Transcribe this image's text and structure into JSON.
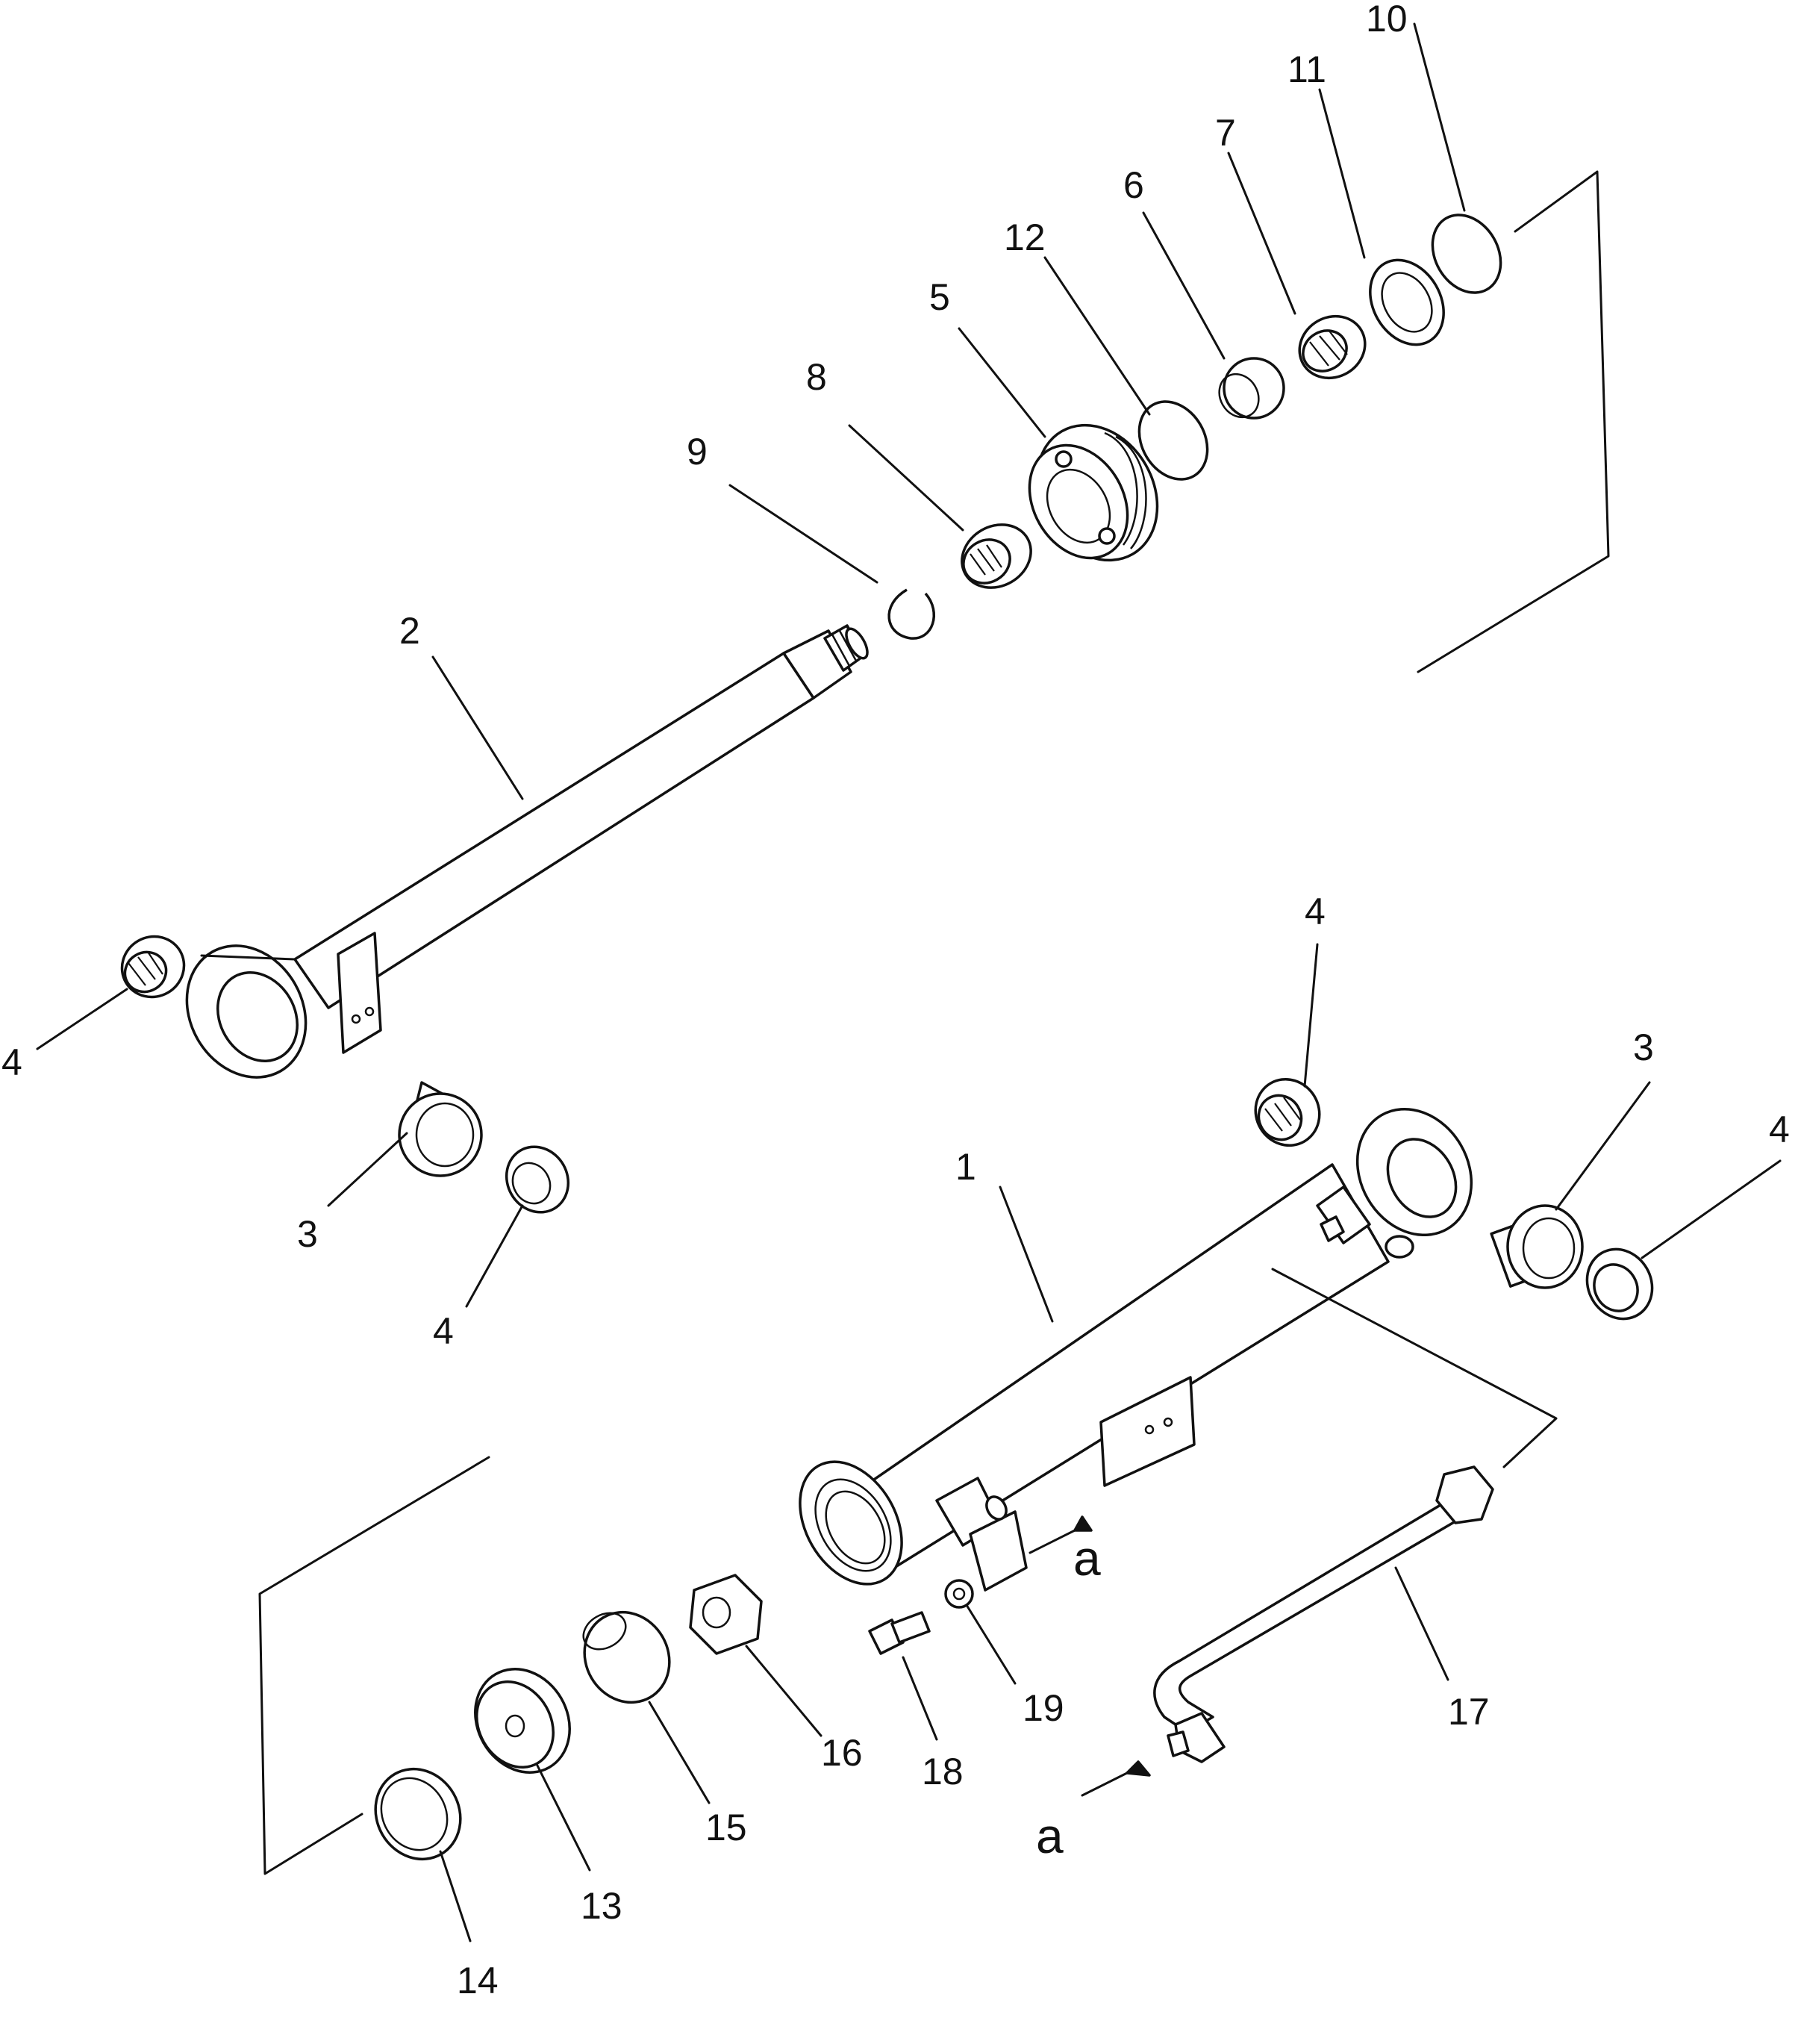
{
  "diagram": {
    "callouts": [
      {
        "id": "c-10",
        "text": "10"
      },
      {
        "id": "c-11",
        "text": "11"
      },
      {
        "id": "c-7",
        "text": "7"
      },
      {
        "id": "c-6",
        "text": "6"
      },
      {
        "id": "c-12",
        "text": "12"
      },
      {
        "id": "c-5",
        "text": "5"
      },
      {
        "id": "c-8",
        "text": "8"
      },
      {
        "id": "c-9",
        "text": "9"
      },
      {
        "id": "c-2",
        "text": "2"
      },
      {
        "id": "c-4a",
        "text": "4"
      },
      {
        "id": "c-3a",
        "text": "3"
      },
      {
        "id": "c-4b",
        "text": "4"
      },
      {
        "id": "c-4c",
        "text": "4"
      },
      {
        "id": "c-3b",
        "text": "3"
      },
      {
        "id": "c-4d",
        "text": "4"
      },
      {
        "id": "c-1",
        "text": "1"
      },
      {
        "id": "c-16",
        "text": "16"
      },
      {
        "id": "c-15",
        "text": "15"
      },
      {
        "id": "c-13",
        "text": "13"
      },
      {
        "id": "c-14",
        "text": "14"
      },
      {
        "id": "c-18",
        "text": "18"
      },
      {
        "id": "c-19",
        "text": "19"
      },
      {
        "id": "c-17",
        "text": "17"
      }
    ],
    "references": [
      {
        "id": "r-a1",
        "text": "a"
      },
      {
        "id": "r-a2",
        "text": "a"
      }
    ]
  }
}
